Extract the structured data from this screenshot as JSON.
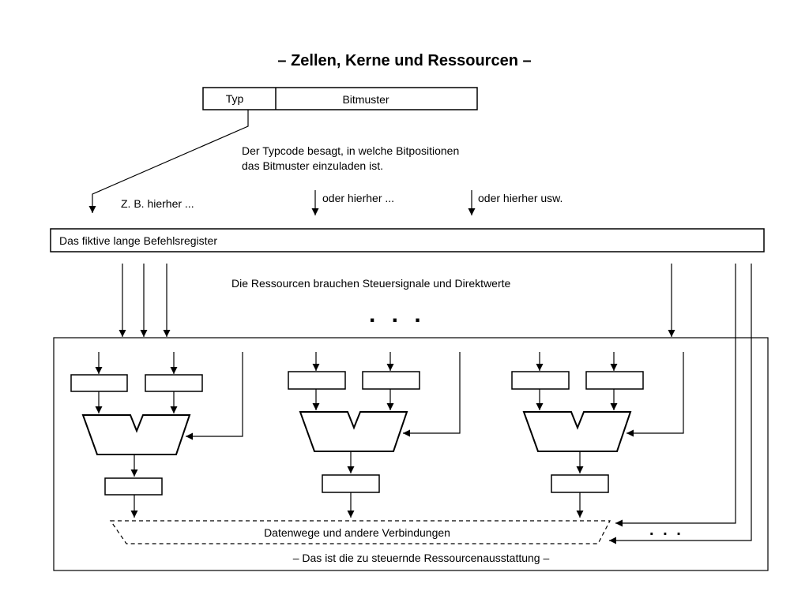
{
  "title": "– Zellen, Kerne und Ressourcen –",
  "format": {
    "type_label": "Typ",
    "bitpattern_label": "Bitmuster"
  },
  "typecode_note": {
    "line1": "Der Typcode besagt, in welche Bitpositionen",
    "line2": "das Bitmuster einzuladen ist."
  },
  "targets": {
    "first": "Z. B. hierher ...",
    "second": "oder hierher ...",
    "third": "oder hierher usw."
  },
  "register_label": "Das fiktive lange Befehlsregister",
  "resources_note": "Die Ressourcen brauchen Steuersignale und Direktwerte",
  "ellipsis_large": ". . .",
  "ellipsis_small": ". . .",
  "datapath_label": "Datenwege und andere Verbindungen",
  "footer_caption": "– Das ist die zu steuernde Ressourcenausstattung –"
}
